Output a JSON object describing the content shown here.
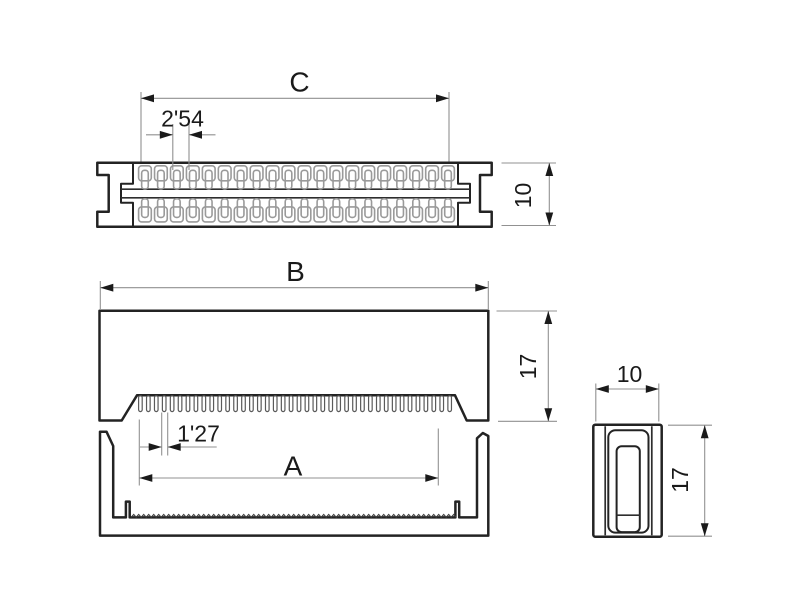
{
  "drawing": {
    "background": "#ffffff",
    "outline_color": "#232323",
    "dimension_line_color": "#919191",
    "contact_color": "#9a9a9a",
    "views": {
      "top_view": {
        "length_label": "C",
        "pitch_label": "2'54",
        "height_label": "10",
        "contact_rows": 2,
        "contacts_per_row": 20
      },
      "front_view": {
        "width_label": "B",
        "height_label": "17",
        "pitch_label": "1'27",
        "inner_width_label": "A",
        "teeth_count": 40
      },
      "side_view": {
        "width_label": "10",
        "height_label": "17"
      }
    }
  }
}
